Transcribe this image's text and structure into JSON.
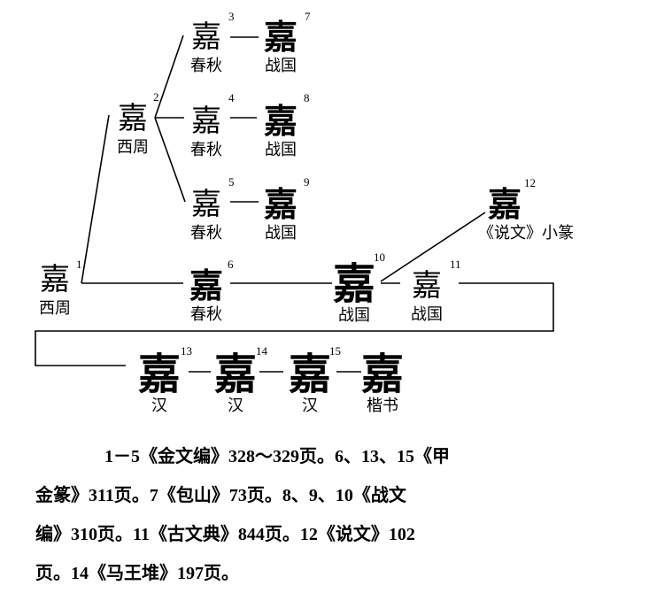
{
  "diagram": {
    "nodes": [
      {
        "num": "1",
        "glyph": "嘉",
        "label": "西周"
      },
      {
        "num": "2",
        "glyph": "嘉",
        "label": "西周"
      },
      {
        "num": "3",
        "glyph": "嘉",
        "label": "春秋"
      },
      {
        "num": "4",
        "glyph": "嘉",
        "label": "春秋"
      },
      {
        "num": "5",
        "glyph": "嘉",
        "label": "春秋"
      },
      {
        "num": "6",
        "glyph": "嘉",
        "label": "春秋"
      },
      {
        "num": "7",
        "glyph": "嘉",
        "label": "战国"
      },
      {
        "num": "8",
        "glyph": "嘉",
        "label": "战国"
      },
      {
        "num": "9",
        "glyph": "嘉",
        "label": "战国"
      },
      {
        "num": "10",
        "glyph": "嘉",
        "label": "战国"
      },
      {
        "num": "11",
        "glyph": "嘉",
        "label": "战国"
      },
      {
        "num": "12",
        "glyph": "嘉",
        "label": "《说文》小篆"
      },
      {
        "num": "13",
        "glyph": "嘉",
        "label": "汉"
      },
      {
        "num": "14",
        "glyph": "嘉",
        "label": "汉"
      },
      {
        "num": "15",
        "glyph": "嘉",
        "label": "汉"
      },
      {
        "num": "",
        "glyph": "嘉",
        "label": "楷书"
      }
    ]
  },
  "caption": {
    "lines": [
      "1－5《金文编》328～329页。6、13、15《甲",
      "金篆》311页。7《包山》73页。8、9、10《战文",
      "编》310页。11《古文典》844页。12《说文》102",
      "页。14《马王堆》197页。"
    ]
  }
}
